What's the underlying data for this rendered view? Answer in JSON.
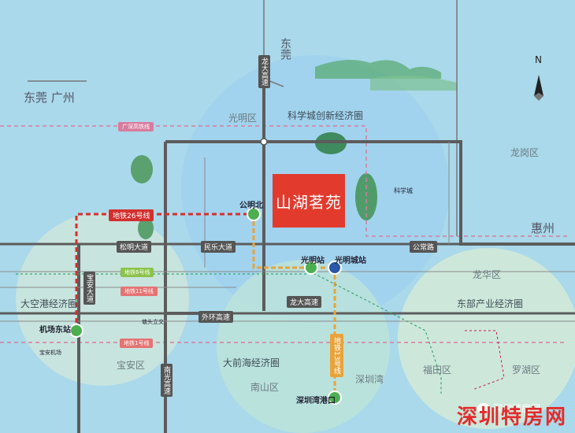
{
  "project": "山湖茗苑",
  "north": "N",
  "regions": {
    "dongguan_guangzhou": "东莞 广州",
    "dongguan": "东莞",
    "huizhou": "惠州"
  },
  "districts": {
    "guangming": "光明区",
    "longgang": "龙岗区",
    "longhua": "龙华区",
    "baoan": "宝安区",
    "nanshan": "南山区",
    "futian": "福田区",
    "luohu": "罗湖区",
    "shenzhenwan": "深圳湾"
  },
  "zones": {
    "science_city": "科学城创新经济圈",
    "dakonggang": "大空港经济圈",
    "east_industry": "东部产业经济圈",
    "qianhai": "大前海经济圈"
  },
  "roads": {
    "longda_v": "龙大高速",
    "nanguang": "南光高速",
    "baoan_ave": "宝安大道",
    "songming": "松明大道",
    "minle": "民乐大道",
    "longda_h": "龙大高速",
    "waihuan": "外环高速",
    "gongchang": "公常路",
    "guangshen_rail": "广深高铁线"
  },
  "metro": {
    "line26": "地铁26号线",
    "line13": "地铁13号线",
    "line6": "地铁6号线",
    "line11": "地铁11号线",
    "line1": "地铁1号线"
  },
  "stations": {
    "gongmingbei": "公明北",
    "guangmingzhan": "光明站",
    "guangmingcheng": "光明城站",
    "jichang_east": "机场东站",
    "shenzhenwan_port": "深圳湾港口",
    "kexuecheng": "科学城",
    "baoan_airport": "宝安机场",
    "tanglang": "塘头立交"
  },
  "watermark": {
    "brand": "深圳特房网",
    "wechat": "深圳特房网"
  },
  "colors": {
    "sea": "#a9d9ea",
    "project": "#e23b2e",
    "line26": "#d32f2f",
    "line13": "#e8a33b",
    "zone_blue": "#9fd0ef",
    "zone_green": "#cfe7d6"
  }
}
